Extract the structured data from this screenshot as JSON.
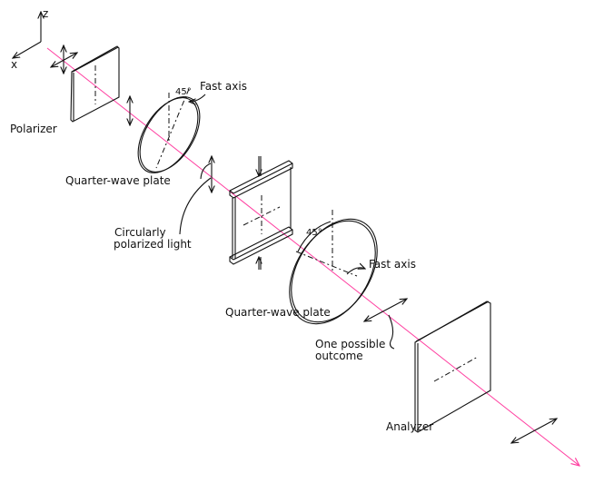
{
  "axes": {
    "z": "z",
    "x": "x"
  },
  "labels": {
    "polarizer": "Polarizer",
    "qwp1": "Quarter-wave plate",
    "qwp1_angle": "45°",
    "qwp1_fast_axis": "Fast axis",
    "circular_line1": "Circularly",
    "circular_line2": "polarized light",
    "qwp2": "Quarter-wave plate",
    "qwp2_angle": "45°",
    "qwp2_fast_axis": "Fast axis",
    "outcome_line1": "One possible",
    "outcome_line2": "outcome",
    "analyzer": "Analyzer"
  },
  "colors": {
    "beam": "#ff3fa0",
    "ink": "#111111"
  }
}
